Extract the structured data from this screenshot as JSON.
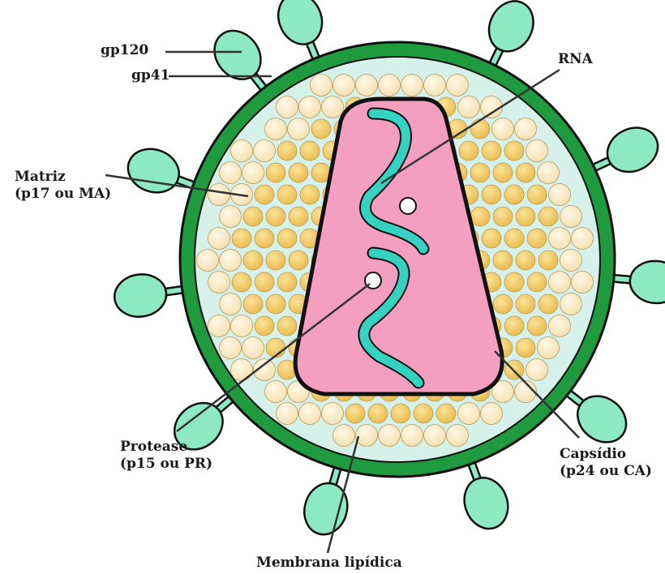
{
  "labels": {
    "gp120": "gp120",
    "gp41": "gp41",
    "rna": "RNA",
    "matriz_line1": "Matriz",
    "matriz_line2": "(p17 ou MA)",
    "protease_line1": "Protease",
    "protease_line2": "(p15 ou PR)",
    "capsidio_line1": "Capsídio",
    "capsidio_line2": "(p24 ou CA)",
    "membrana": "Membrana lipídica"
  },
  "colors": {
    "membrane": "#1f9a3f",
    "spike": "#8de8c4",
    "matrix_outer": "#f8e6bf",
    "matrix_inner": "#f0c75c",
    "capsid": "#f49fc0",
    "rna": "#35d1c1",
    "outline": "#111111"
  }
}
